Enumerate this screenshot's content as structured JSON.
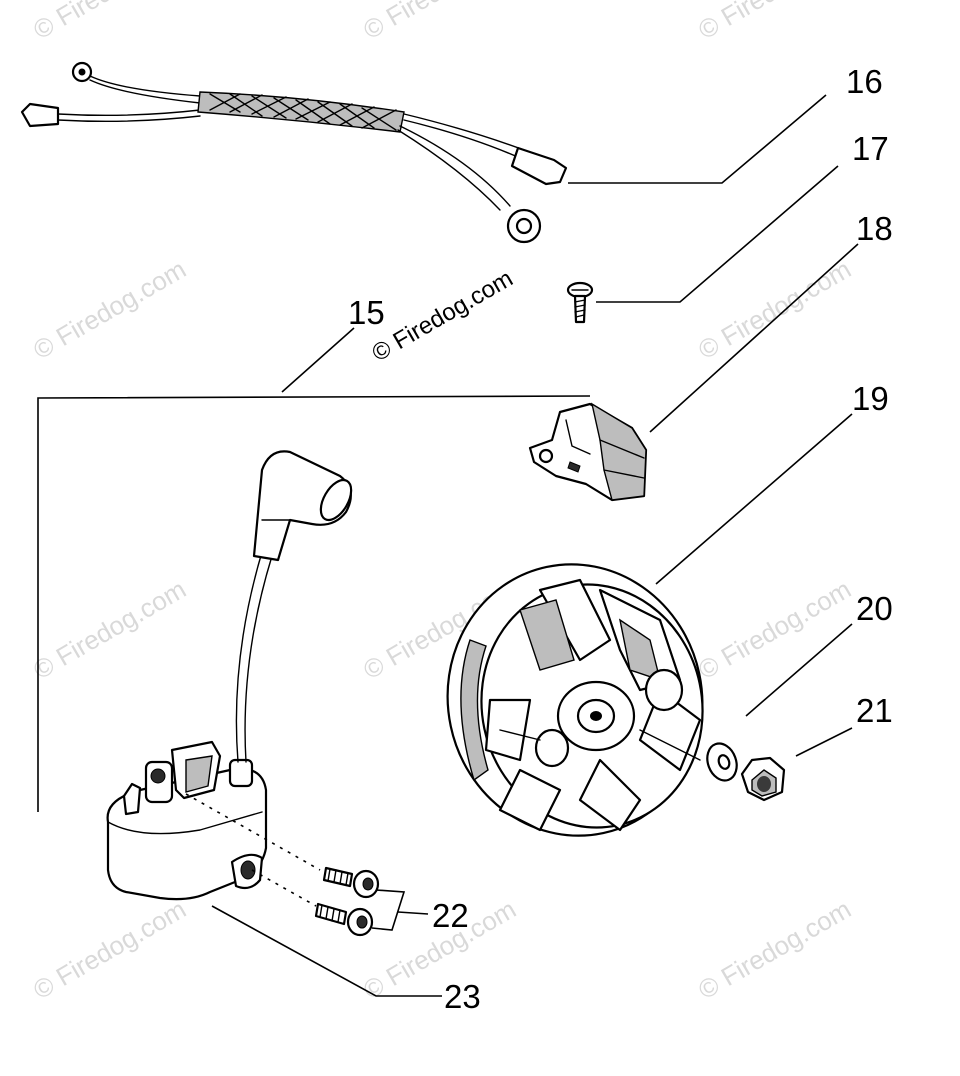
{
  "diagram": {
    "parts": [
      {
        "number": "15",
        "icon": "ignition-coil-group-bracket"
      },
      {
        "number": "16",
        "icon": "wire-harness-icon"
      },
      {
        "number": "17",
        "icon": "screw-icon"
      },
      {
        "number": "18",
        "icon": "switch-bracket-icon"
      },
      {
        "number": "19",
        "icon": "flywheel-icon"
      },
      {
        "number": "20",
        "icon": "washer-icon"
      },
      {
        "number": "21",
        "icon": "nut-icon"
      },
      {
        "number": "22",
        "icon": "screws-icon"
      },
      {
        "number": "23",
        "icon": "ignition-coil-icon"
      }
    ],
    "watermark_text": "© Firedog.com",
    "colors": {
      "line": "#000000",
      "watermark": "#d9d9d9",
      "background": "#ffffff"
    }
  }
}
